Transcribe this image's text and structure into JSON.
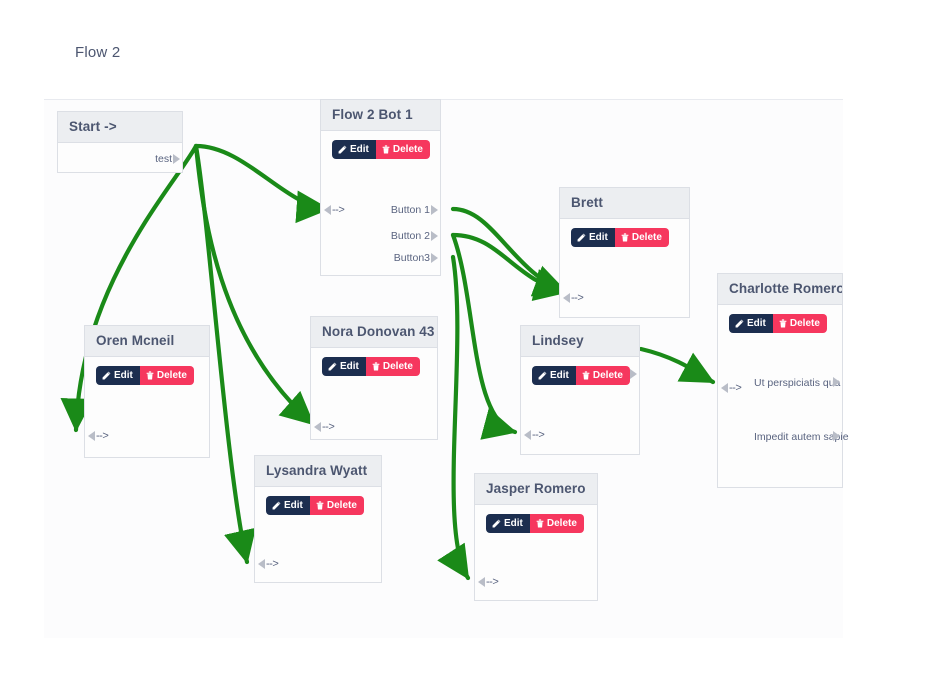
{
  "header": {
    "title": "Flow 2"
  },
  "canvas": {
    "link_color": "#1a8a18",
    "accent_edit": "#1c2e4f",
    "accent_delete": "#f6375e",
    "node_header_bg": "#eceef1",
    "node_border": "#dcdfe5"
  },
  "buttons": {
    "edit_label": "Edit",
    "delete_label": "Delete"
  },
  "nodes": {
    "start": {
      "title": "Start ->",
      "out_label": "test"
    },
    "bot": {
      "title": "Flow 2 Bot 1",
      "in_label": "-->",
      "out_1": "Button 1",
      "out_2": "Button 2",
      "out_3": "Button3"
    },
    "oren": {
      "title": "Oren Mcneil",
      "in_label": "-->"
    },
    "nora": {
      "title": "Nora Donovan 43",
      "in_label": "-->"
    },
    "lysandra": {
      "title": "Lysandra Wyatt",
      "in_label": "-->"
    },
    "jasper": {
      "title": "Jasper Romero",
      "in_label": "-->"
    },
    "brett": {
      "title": "Brett",
      "in_label": "-->"
    },
    "lindsey": {
      "title": "Lindsey",
      "in_label": "-->"
    },
    "charlotte": {
      "title": "Charlotte Romero",
      "in_label": "-->",
      "out_1": "Ut perspiciatis qua",
      "out_2": "Impedit autem sapie"
    }
  }
}
